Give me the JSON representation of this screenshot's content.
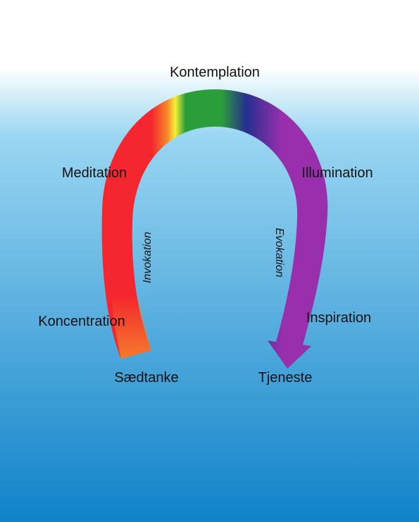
{
  "stages": {
    "top": "Kontemplation",
    "left_upper": "Meditation",
    "right_upper": "Illumination",
    "left_lower": "Koncentration",
    "right_lower": "Inspiration",
    "left_end": "Sædtanke",
    "right_end": "Tjeneste"
  },
  "flows": {
    "ascending": "Invokation",
    "descending": "Evokation"
  },
  "colors": {
    "sky_top": "#ffffff",
    "sky_mid": "#9ad6f2",
    "sky_bottom": "#0f82c9",
    "red": "#f4262f",
    "orange": "#f58a2a",
    "yellow": "#f6ee35",
    "green": "#2a9e3a",
    "blue": "#262f8f",
    "violet": "#9a2fae"
  }
}
